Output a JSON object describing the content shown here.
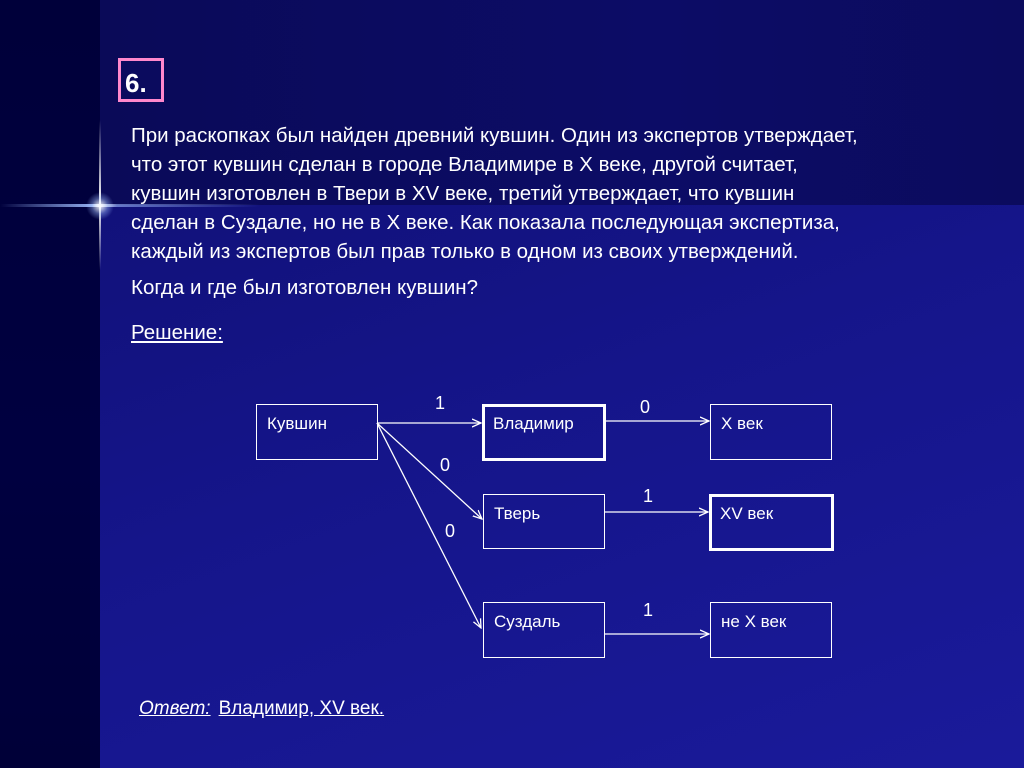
{
  "slide": {
    "number": "6.",
    "problem_lines": [
      "При раскопках был найден древний кувшин. Один из экспертов утверждает,",
      "что этот кувшин сделан в городе Владимире в X веке, другой считает,",
      "кувшин изготовлен в Твери в XV веке, третий утверждает, что кувшин",
      "сделан в Суздале, но не в X веке. Как показала последующая экспертиза,",
      "каждый из экспертов был прав только в одном из своих утверждений."
    ],
    "question": "Когда и где был изготовлен кувшин?",
    "solution_label": "Решение:"
  },
  "diagram": {
    "nodes": {
      "pitcher": "Кувшин",
      "vladimir": "Владимир",
      "tver": "Тверь",
      "suzdal": "Суздаль",
      "x_century": "X век",
      "xv_century": "XV век",
      "not_x_century": "не X век"
    },
    "edge_labels": {
      "pitcher_vladimir": "1",
      "pitcher_tver": "0",
      "pitcher_suzdal": "0",
      "vladimir_x": "0",
      "tver_xv": "1",
      "suzdal_not_x": "1"
    }
  },
  "answer": {
    "label": "Ответ:",
    "value": "Владимир, XV век."
  }
}
